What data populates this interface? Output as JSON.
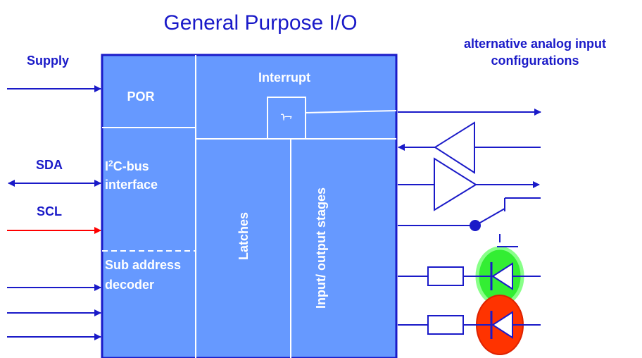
{
  "title": "General Purpose I/O",
  "alt_label_line1": "alternative analog input",
  "alt_label_line2": "configurations",
  "signals": {
    "supply": "Supply",
    "sda": "SDA",
    "scl": "SCL"
  },
  "blocks": {
    "por": "POR",
    "interrupt": "Interrupt",
    "interrupt_glyph": "ᢇ",
    "i2c_line1_prefix": "I",
    "i2c_line1_sup": "2",
    "i2c_line1_rest": "C-bus",
    "i2c_line2": "interface",
    "subaddr_line1": "Sub address",
    "subaddr_line2": "decoder",
    "latches": "Latches",
    "io_stages": "Input/ output stages"
  },
  "colors": {
    "chip_fill": "#6699ff",
    "line_color": "#1a1ac8",
    "scl_arrow": "#ff0000",
    "green_led": "#33ee33",
    "red_led": "#ff3300"
  }
}
